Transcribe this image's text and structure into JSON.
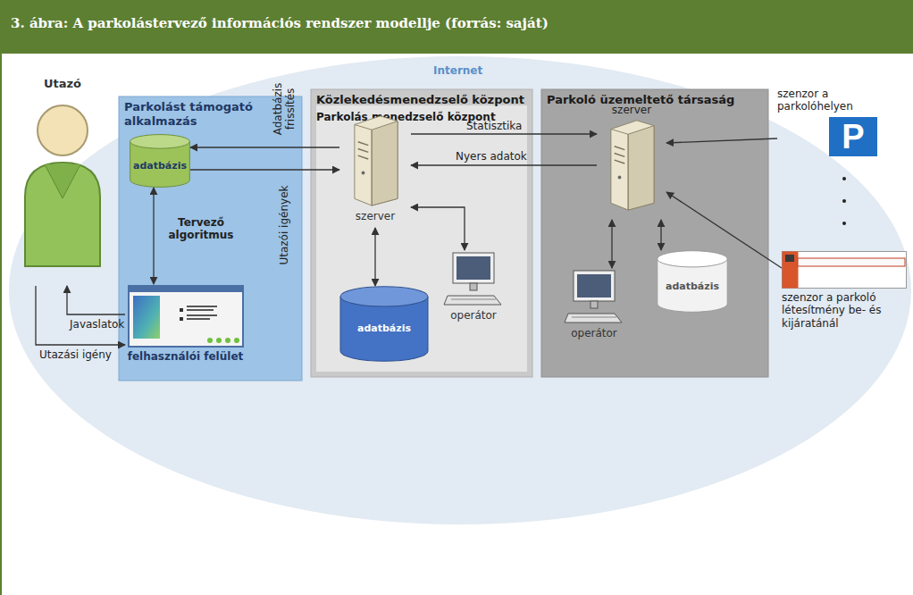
{
  "diagram": {
    "title": "3. ábra: A parkolástervező információs rendszer modellje (forrás: saját)",
    "nodes": [
      {
        "text": [
          "Utazó"
        ]
      },
      {
        "text": [
          "Parkolást támogató alkalmazás"
        ]
      },
      {
        "text": [
          "adatbázis"
        ],
        "in": 1
      },
      {
        "text": [
          "felhasználói felület"
        ],
        "in": 1
      },
      {
        "text": [
          "Közlekedésmenedzselő központ",
          "Parkolás menedzselő központ"
        ]
      },
      {
        "text": [
          "szerver"
        ],
        "in": 4
      },
      {
        "text": [
          "operátor"
        ],
        "in": 4
      },
      {
        "text": [
          "adatbázis"
        ],
        "in": 4
      },
      {
        "text": [
          "Parkoló üzemeltető társaság"
        ]
      },
      {
        "text": [
          "szerver"
        ],
        "in": 8
      },
      {
        "text": [
          "adatbázis"
        ],
        "in": 8
      },
      {
        "text": [
          "operátor"
        ],
        "in": 8
      },
      {
        "text": [
          "szenzor a parkolóhelyen",
          "P"
        ]
      },
      {
        "text": [
          "szenzor a parkoló létesítmény be- és kijáratánál"
        ]
      }
    ],
    "edges": [
      {
        "from": 3,
        "to": 0,
        "arrow": "to",
        "label": "Javaslatok"
      },
      {
        "from": 0,
        "to": 3,
        "arrow": "to",
        "label": "Utazási igény"
      },
      {
        "from": 2,
        "to": 3,
        "arrow": "both",
        "label": "Tervező algoritmus"
      },
      {
        "from": 5,
        "to": 2,
        "arrow": "to",
        "label": "Adatbázis frissítés"
      },
      {
        "from": 2,
        "to": 5,
        "arrow": "to",
        "label": "Utazói igények"
      },
      {
        "from": 5,
        "to": 9,
        "arrow": "to",
        "label": "Statisztika"
      },
      {
        "from": 9,
        "to": 5,
        "arrow": "to",
        "label": "Nyers adatok"
      },
      {
        "from": 5,
        "to": 6,
        "arrow": "both"
      },
      {
        "from": 5,
        "to": 7,
        "arrow": "both"
      },
      {
        "from": 12,
        "to": 9,
        "arrow": "to"
      },
      {
        "from": 13,
        "to": 9,
        "arrow": "to"
      },
      {
        "from": 9,
        "to": 11,
        "arrow": "both"
      },
      {
        "from": 9,
        "to": 10,
        "arrow": "both"
      }
    ],
    "labels": [
      "Internet"
    ]
  }
}
